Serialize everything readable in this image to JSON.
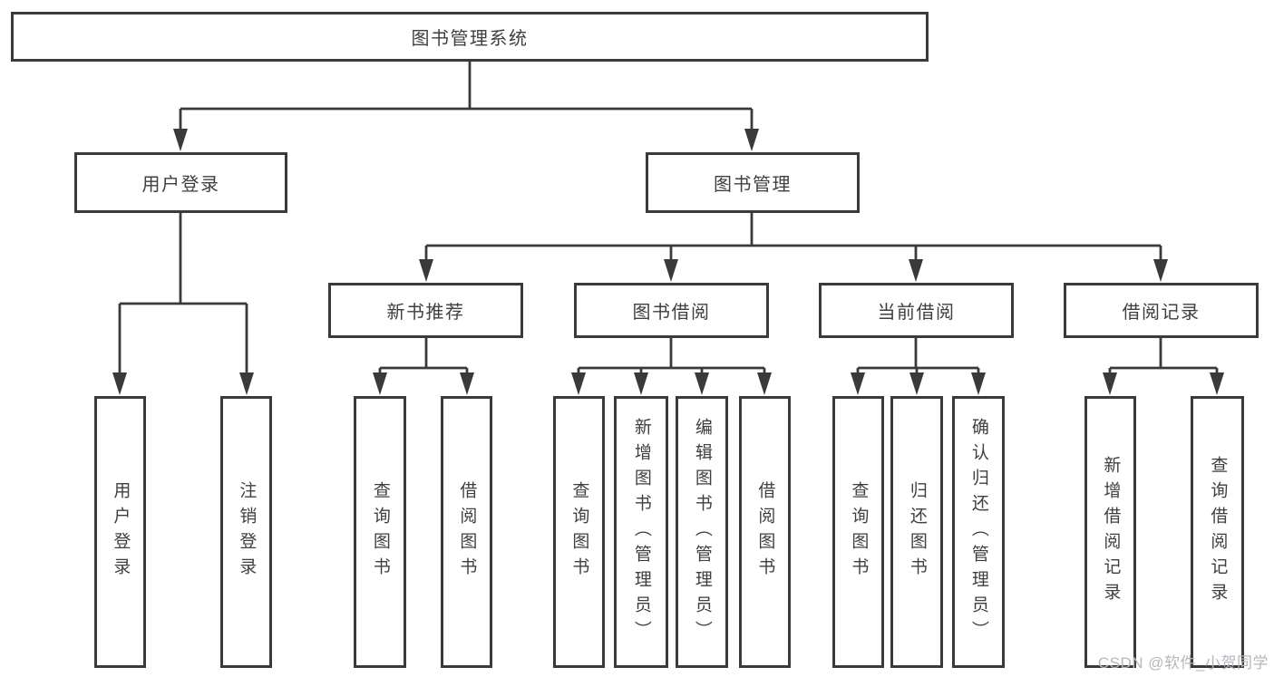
{
  "tree": {
    "label": "图书管理系统",
    "children": [
      {
        "label": "用户登录",
        "children": [
          {
            "label": "用户登录"
          },
          {
            "label": "注销登录"
          }
        ]
      },
      {
        "label": "图书管理",
        "children": [
          {
            "label": "新书推荐",
            "children": [
              {
                "label": "查询图书"
              },
              {
                "label": "借阅图书"
              }
            ]
          },
          {
            "label": "图书借阅",
            "children": [
              {
                "label": "查询图书"
              },
              {
                "label": "新增图书（管理员）"
              },
              {
                "label": "编辑图书（管理员）"
              },
              {
                "label": "借阅图书"
              }
            ]
          },
          {
            "label": "当前借阅",
            "children": [
              {
                "label": "查询图书"
              },
              {
                "label": "归还图书"
              },
              {
                "label": "确认归还（管理员）"
              }
            ]
          },
          {
            "label": "借阅记录",
            "children": [
              {
                "label": "新增借阅记录"
              },
              {
                "label": "查询借阅记录"
              }
            ]
          }
        ]
      }
    ]
  },
  "watermark": {
    "text": "CSDN @软件_小贺同学"
  },
  "colors": {
    "line": "#3a3a3a",
    "box_border": "#3a3a3a",
    "text": "#3f3f3f",
    "watermark": "#b4b7bb",
    "background": "#ffffff"
  }
}
